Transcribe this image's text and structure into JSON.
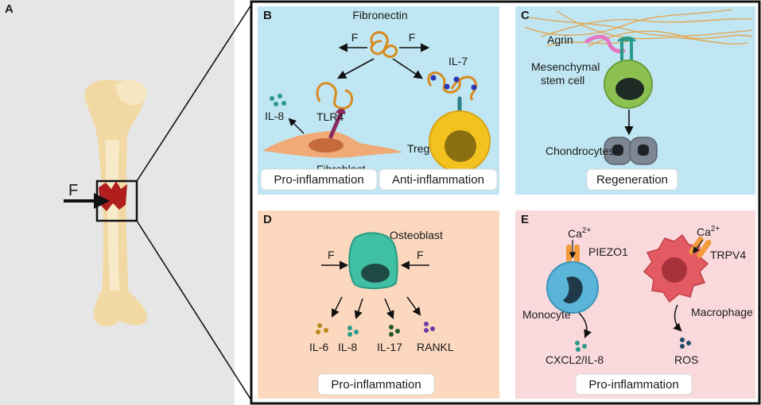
{
  "panel_a": {
    "letter": "A",
    "force_label": "F"
  },
  "panel_b": {
    "letter": "B",
    "fibronectin": "Fibronectin",
    "force_left": "F",
    "force_right": "F",
    "il8": "IL-8",
    "tlr4": "TLR4",
    "fibroblast": "Fibroblast",
    "il7": "IL-7",
    "treg": "Treg",
    "caption_left": "Pro-inflammation",
    "caption_right": "Anti-inflammation"
  },
  "panel_c": {
    "letter": "C",
    "agrin": "Agrin",
    "msc_line1": "Mesenchymal",
    "msc_line2": "stem cell",
    "chondrocytes": "Chondrocytes",
    "caption": "Regeneration"
  },
  "panel_d": {
    "letter": "D",
    "osteoblast": "Osteoblast",
    "force_left": "F",
    "force_right": "F",
    "il6": "IL-6",
    "il8": "IL-8",
    "il17": "IL-17",
    "rankl": "RANKL",
    "caption": "Pro-inflammation"
  },
  "panel_e": {
    "letter": "E",
    "ca_base": "Ca",
    "ca_sup": "2+",
    "piezo1": "PIEZO1",
    "trpv4": "TRPV4",
    "monocyte": "Monocyte",
    "macrophage": "Macrophage",
    "cxcl": "CXCL2/IL-8",
    "ros": "ROS",
    "caption": "Pro-inflammation"
  },
  "colors": {
    "panel_a_bg": "#e6e6e6",
    "panel_bc_bg": "#bfe6f2",
    "panel_d_bg": "#fcd8bf",
    "panel_e_bg": "#fad9dc",
    "bone": "#f2d9a4",
    "fracture": "#b01e1e",
    "fibronectin": "#d98a1f",
    "dot_teal": "#2a9a8a",
    "dot_blue": "#2a35b8",
    "osteoblast": "#3fbfa3",
    "msc": "#8cc152",
    "chondrocyte": "#7d8794",
    "monocyte": "#5ab5d8",
    "macrophage": "#e35a62",
    "channel": "#f39a3a"
  }
}
